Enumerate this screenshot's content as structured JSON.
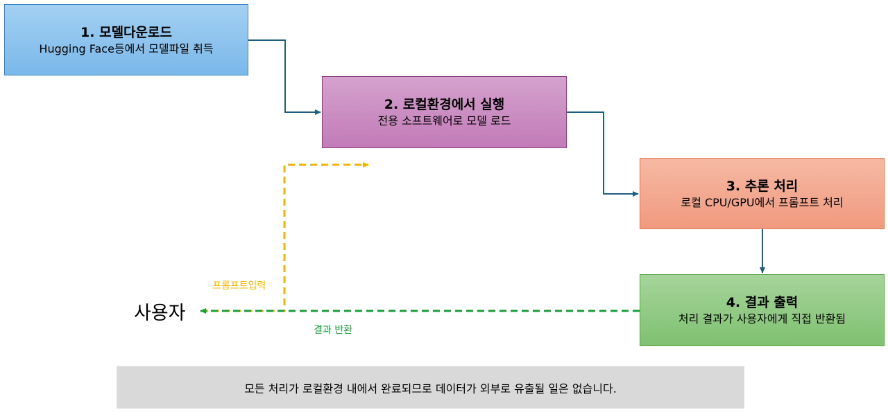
{
  "steps": [
    {
      "title": "1. 모델다운로드",
      "subtitle": "Hugging Face등에서 모델파일 취득",
      "color": "#8cc4ee"
    },
    {
      "title": "2. 로컬환경에서 실행",
      "subtitle": "전용 소프트웨어로 모델 로드",
      "color": "#cb8dc3"
    },
    {
      "title": "3. 추론 처리",
      "subtitle": "로컬 CPU/GPU에서 프롬프트 처리",
      "color": "#f3a990"
    },
    {
      "title": "4. 결과 출력",
      "subtitle": "처리 결과가 사용자에게 직접 반환됨",
      "color": "#92ca85"
    }
  ],
  "user": {
    "label": "사용자"
  },
  "flows": {
    "prompt_input": {
      "label": "프롬프트입력",
      "color": "#f2b200"
    },
    "result_return": {
      "label": "결과 반환",
      "color": "#1a9e3a"
    }
  },
  "connector_color": "#1f5f7f",
  "footer": {
    "note": "모든 처리가 로컬환경 내에서 완료되므로 데이터가 외부로 유출될 일은 없습니다."
  }
}
